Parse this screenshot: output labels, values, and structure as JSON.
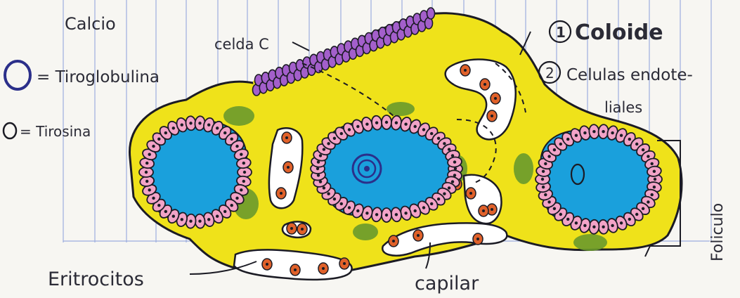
{
  "labels": {
    "calcio": "Calcio",
    "tiroglobulina": "= Tiroglobulina",
    "tirosina": "= Tirosina",
    "celda_c": "celda C",
    "coloide": "Coloide",
    "coloide_num": "1",
    "endoteliales_line1": "Celulas endote-",
    "endoteliales_line2": "liales",
    "endoteliales_num": "2",
    "eritrocitos": "Eritrocitos",
    "capilar": "capilar",
    "foliculo": "Foliculo"
  },
  "colors": {
    "paper": "#f7f6f2",
    "grid_line": "#7f95d9",
    "stroma_yellow": "#efe21a",
    "colloid_blue": "#1aa0dc",
    "follicular_pink": "#f2a3c7",
    "parafollicular_purple": "#a35fcb",
    "rbc_orange": "#e0612a",
    "green_tissue": "#6a9a2c",
    "ink": "#1b1b24",
    "navy_ink": "#2b2f8a"
  },
  "icons": [
    "tiroglobulina-ring-icon",
    "tirosina-ring-icon",
    "numbered-circle-icon"
  ]
}
